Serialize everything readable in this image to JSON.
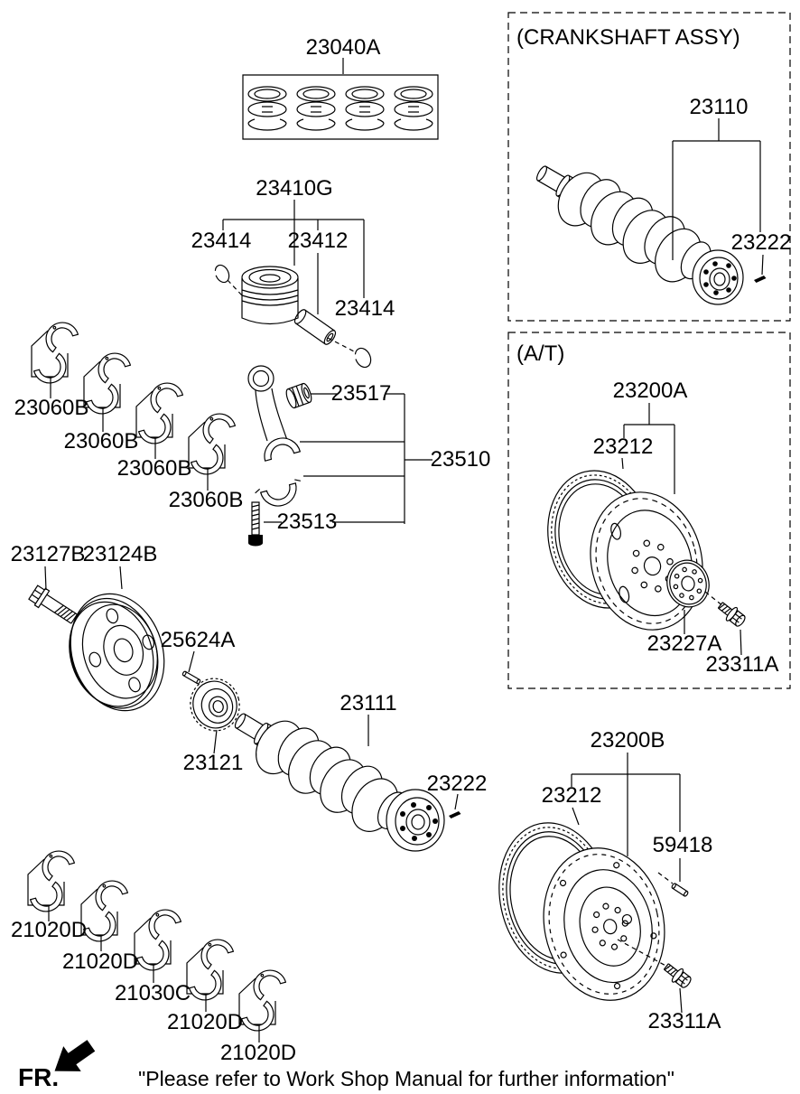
{
  "parts": {
    "piston_ring_set": "23040A",
    "piston_sub_assy": "23410G",
    "piston_snap_ring": "23414",
    "piston_pin": "23412",
    "conrod_bushing": "23517",
    "conrod_assy": "23510",
    "conrod_bolt": "23513",
    "conrod_bearing": "23060B",
    "pulley_bolt": "23127B",
    "crankshaft_pulley": "23124B",
    "sprocket_pin": "25624A",
    "crankshaft_sprocket": "23121",
    "crankshaft": "23111",
    "woodruff_key": "23222",
    "main_bearing": "21020D",
    "center_bearing": "21030C",
    "crankshaft_assy": "23110",
    "drive_plate_assy": "23200A",
    "ring_gear": "23212",
    "adapter_plate": "23227A",
    "flywheel_bolt": "23311A",
    "flywheel_assy": "23200B",
    "dowel_pin": "59418"
  },
  "sections": {
    "crankshaft_assy_box_title": "(CRANKSHAFT ASSY)",
    "at_box_title": "(A/T)"
  },
  "footer": {
    "fr_label": "FR.",
    "note": "\"Please refer to Work Shop Manual for further information\""
  },
  "colors": {
    "line": "#000000",
    "background": "#ffffff"
  }
}
